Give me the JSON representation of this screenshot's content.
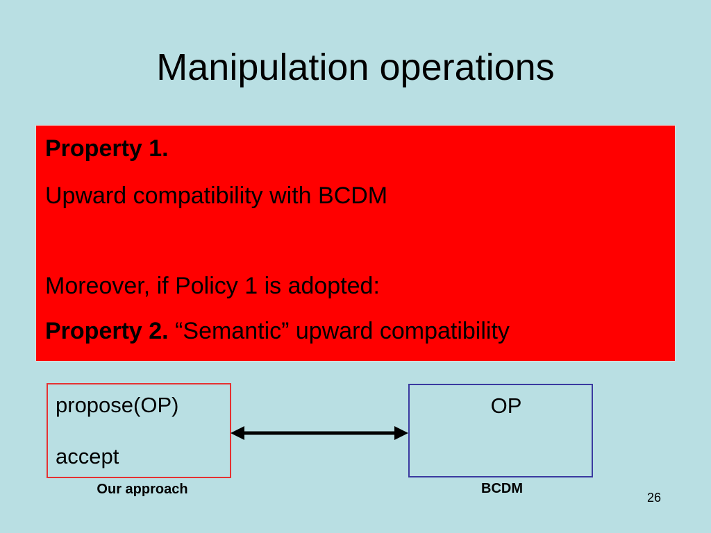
{
  "slide": {
    "title": "Manipulation operations",
    "property_box": {
      "line1_bold": "Property 1.",
      "line2": "Upward compatibility with BCDM",
      "line3": "Moreover, if Policy 1 is adopted:",
      "line4_bold": "Property 2.",
      "line4_rest": " “Semantic” upward compatibility"
    },
    "left_box": {
      "line1": "propose(OP)",
      "line2": "accept",
      "caption": "Our approach"
    },
    "right_box": {
      "line1": "OP",
      "caption": "BCDM"
    },
    "page_number": "26",
    "colors": {
      "background": "#b9dfe3",
      "highlight": "#ff0000",
      "left_border": "#e53232",
      "right_border": "#3a3aa0"
    }
  }
}
